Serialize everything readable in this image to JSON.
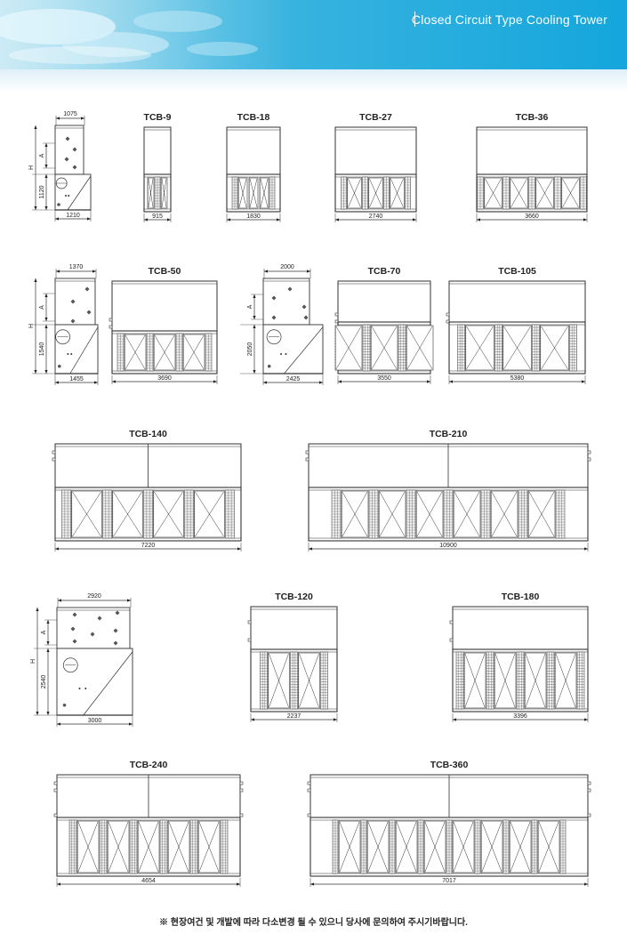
{
  "header": {
    "title": "Closed Circuit Type Cooling Tower",
    "colors": {
      "banner": "#18a9dd",
      "banner_light": "#7fd0ee"
    }
  },
  "sections": [
    {
      "side_view": {
        "width_top": "1075",
        "height": "H",
        "dim_a": "A",
        "height_lower": "1120",
        "width_bottom": "1210"
      },
      "models": [
        {
          "name": "TCB-9",
          "width": "915"
        },
        {
          "name": "TCB-18",
          "width": "1830"
        },
        {
          "name": "TCB-27",
          "width": "2740"
        },
        {
          "name": "TCB-36",
          "width": "3660"
        }
      ]
    },
    {
      "side_view": {
        "width_top": "1370",
        "height": "H",
        "dim_a": "A",
        "height_lower": "1540",
        "width_bottom": "1455"
      },
      "models": [
        {
          "name": "TCB-50",
          "width": "3690"
        }
      ]
    },
    {
      "side_view": {
        "width_top": "2000",
        "height": "",
        "dim_a": "A",
        "height_lower": "2050",
        "width_bottom": "2425"
      },
      "models": [
        {
          "name": "TCB-70",
          "width": "3550"
        },
        {
          "name": "TCB-105",
          "width": "5380"
        }
      ]
    },
    {
      "models": [
        {
          "name": "TCB-140",
          "width": "7220"
        },
        {
          "name": "TCB-210",
          "width": "10900"
        }
      ]
    },
    {
      "side_view": {
        "width_top": "2920",
        "height": "H",
        "dim_a": "A",
        "height_lower": "2540",
        "width_bottom": "3000"
      },
      "models": [
        {
          "name": "TCB-120",
          "width": "2237"
        },
        {
          "name": "TCB-180",
          "width": "3396"
        }
      ]
    },
    {
      "models": [
        {
          "name": "TCB-240",
          "width": "4654"
        },
        {
          "name": "TCB-360",
          "width": "7017"
        }
      ]
    }
  ],
  "footnote": "※ 현장여건 및 개발에 따라 다소변경 될 수 있으니 당사에 문의하여 주시기바랍니다."
}
